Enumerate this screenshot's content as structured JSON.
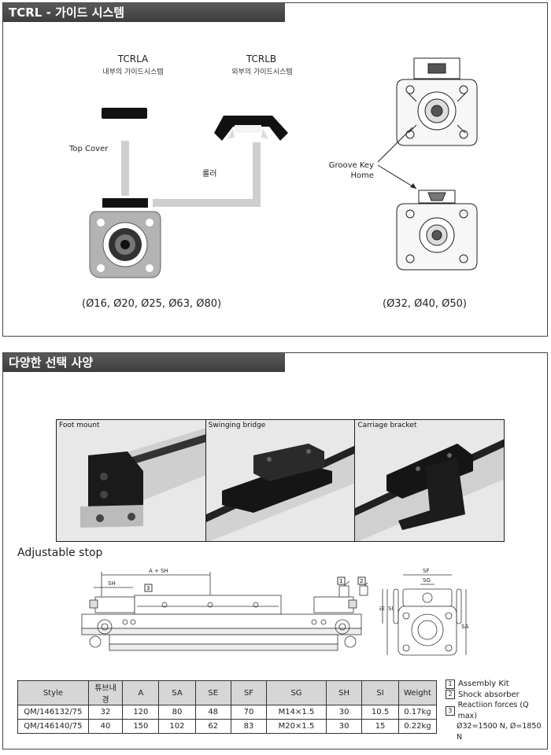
{
  "section1": {
    "header": "TCRL - 가이드 시스템",
    "tcrla": {
      "name": "TCRLA",
      "desc": "내부의 가이드시스템"
    },
    "tcrlb": {
      "name": "TCRLB",
      "desc": "외부의 가이드시스템"
    },
    "top_cover_label": "Top Cover",
    "roller_label": "롤러",
    "groove_label_line1": "Groove Key",
    "groove_label_line2": "Home",
    "sizes_left": "(Ø16, Ø20, Ø25, Ø63, Ø80)",
    "sizes_right": "(Ø32, Ø40, Ø50)"
  },
  "section2": {
    "header": "다양한 선택 사양",
    "photos": [
      {
        "label": "Foot mount"
      },
      {
        "label": "Swinging bridge"
      },
      {
        "label": "Carriage bracket"
      }
    ],
    "adjustable_stop_title": "Adjustable stop",
    "drawing_labels": {
      "a_sh": "A + SH",
      "sh": "SH",
      "sf": "SF",
      "sg": "SG",
      "se": "SE",
      "si": "SI",
      "sa": "SA",
      "n1": "1",
      "n2": "2",
      "n3": "3"
    },
    "table": {
      "headers": [
        "Style",
        "튜브내경",
        "A",
        "SA",
        "SE",
        "SF",
        "SG",
        "SH",
        "SI",
        "Weight"
      ],
      "rows": [
        [
          "QM/146132/75",
          "32",
          "120",
          "80",
          "48",
          "70",
          "M14×1.5",
          "30",
          "10.5",
          "0.17kg"
        ],
        [
          "QM/146140/75",
          "40",
          "150",
          "102",
          "62",
          "83",
          "M20×1.5",
          "30",
          "15",
          "0.22kg"
        ]
      ]
    },
    "notes": [
      {
        "num": "1",
        "text": "Assembly Kit"
      },
      {
        "num": "2",
        "text": "Shock absorber"
      },
      {
        "num": "3",
        "text": "Reactiion forces (Q max)"
      }
    ],
    "notes_extra": "Ø32=1500 N, Ø=1850 N"
  }
}
